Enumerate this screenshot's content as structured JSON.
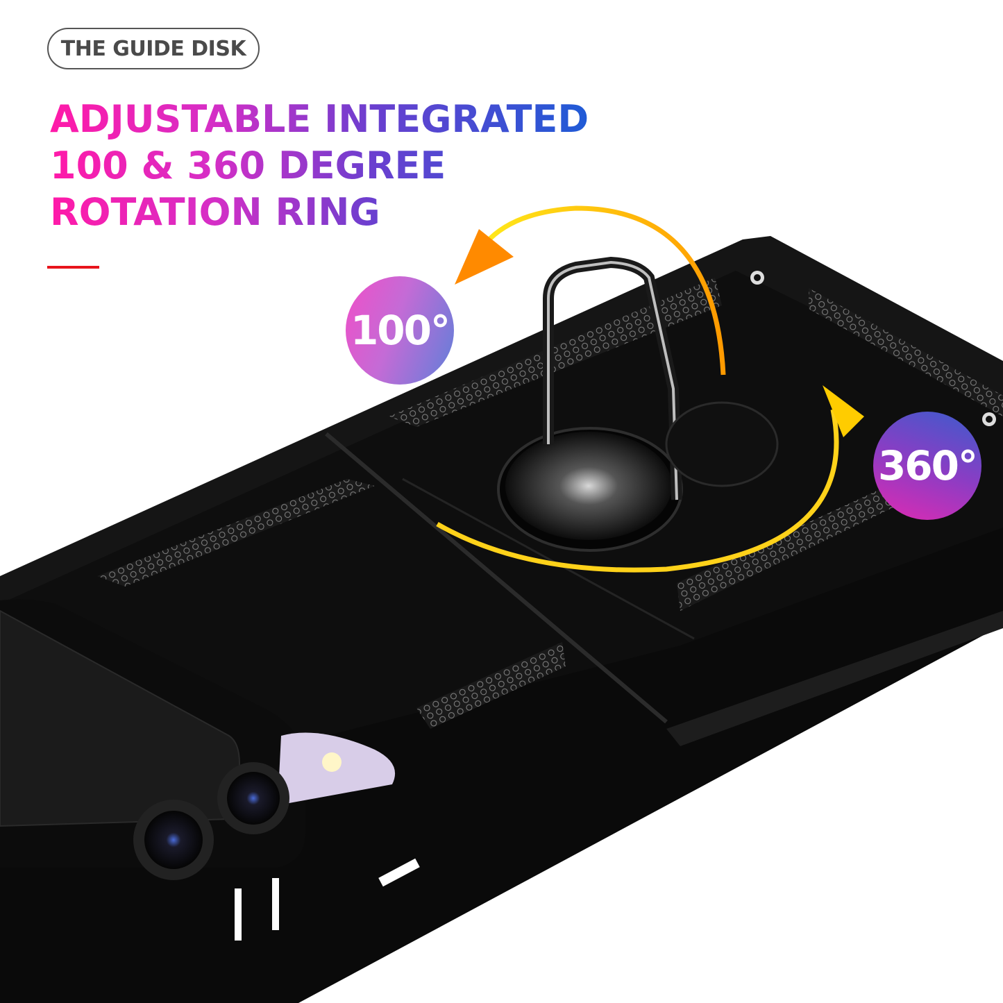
{
  "tag": {
    "label": "THE GUIDE DISK"
  },
  "headline": {
    "lines": [
      "ADJUSTABLE INTEGRATED",
      "100 & 360 DEGREE",
      "ROTATION RING"
    ]
  },
  "badges": {
    "degree_100": "100°",
    "degree_360": "360°"
  },
  "colors": {
    "accent_rule": "#e8141c",
    "headline_gradient_start": "#ff1aa8",
    "headline_gradient_end": "#1f5bd6",
    "arrow_yellow": "#ffd21a",
    "arrow_orange": "#ff7a00",
    "case_black": "#141414"
  },
  "icons": [
    "rotation-arrow-100-icon",
    "rotation-arrow-360-icon",
    "ring-holder-icon",
    "camera-lens-icon"
  ]
}
